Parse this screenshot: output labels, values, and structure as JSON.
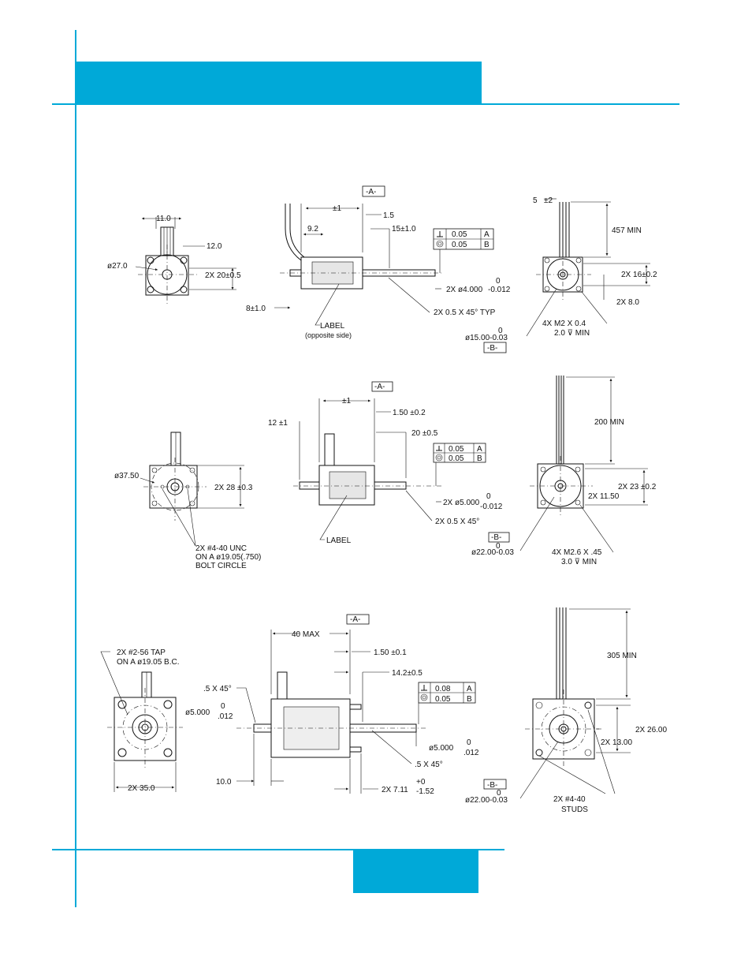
{
  "colors": {
    "accent": "#00a9d8",
    "ink": "#111111"
  },
  "views": {
    "m1": {
      "front": {
        "d1": "11.0",
        "d2": "12.0",
        "d3": "ø27.0",
        "d4": "2X  20±0.5"
      },
      "side": {
        "datum_a": "-A-",
        "d1": "±1",
        "d2": "1.5",
        "d3": "9.2",
        "d4": "15±1.0",
        "d5": "8±1.0",
        "d6": "2X  ø4.000",
        "d6_top": "0",
        "d6_bot": "-0.012",
        "d7": "2X  0.5  X  45°  TYP",
        "label": "LABEL",
        "label_sub": "(opposite side)",
        "gt1_tol": "0.05",
        "gt1_ref": "A",
        "gt2_tol": "0.05",
        "gt2_ref": "B"
      },
      "rear": {
        "d1": "5",
        "d2": "±2",
        "d3": "457  MIN",
        "d4": "2X  16±0.2",
        "d5": "2X  8.0",
        "d6": "4X  M2  X  0.4",
        "d7": "2.0  ⊽  MIN",
        "d8_top": "0",
        "d8": "ø15.00-0.03",
        "datum_b": "-B-"
      }
    },
    "m2": {
      "front": {
        "d1": "ø37.50",
        "d2": "2X  28  ±0.3",
        "c1": "2X  #4-40  UNC",
        "c2": "ON  A  ø19.05(.750)",
        "c3": "BOLT  CIRCLE"
      },
      "side": {
        "datum_a": "-A-",
        "d1": "±1",
        "d2": "12  ±1",
        "d3": "1.50 ±0.2",
        "d4": "20  ±0.5",
        "d5": "2X  ø5.000",
        "d5_top": "0",
        "d5_bot": "-0.012",
        "d6": "2X  0.5  X  45°",
        "label": "LABEL",
        "gt1_tol": "0.05",
        "gt1_ref": "A",
        "gt2_tol": "0.05",
        "gt2_ref": "B"
      },
      "rear": {
        "d1": "200  MIN",
        "d2": "2X  23  ±0.2",
        "d3": "2X  11.50",
        "datum_b": "-B-",
        "d4_top": "0",
        "d4": "ø22.00-0.03",
        "d5": "4X  M2.6  X  .45",
        "d6": "3.0  ⊽  MIN"
      }
    },
    "m3": {
      "front": {
        "c1": "2X  #2-56  TAP",
        "c2": "ON  A  ø19.05  B.C.",
        "d1": "2X  35.0"
      },
      "side": {
        "datum_a": "-A-",
        "d1": "40  MAX",
        "d2": "1.50 ±0.1",
        "d3": "14.2±0.5",
        "d4": ".5  X  45°",
        "d5": "ø5.000",
        "d5_top": "0",
        "d5_bot": ".012",
        "d6": "ø5.000",
        "d6_top": "0",
        "d6_bot": ".012",
        "d7": ".5  X  45°",
        "d8": "10.0",
        "d9": "2X  7.11",
        "d9_top": "+0",
        "d9_bot": "-1.52",
        "gt1_tol": "0.08",
        "gt1_ref": "A",
        "gt2_tol": "0.05",
        "gt2_ref": "B"
      },
      "rear": {
        "d1": "305  MIN",
        "d2": "2X  26.00",
        "d3": "2X  13.00",
        "datum_b": "-B-",
        "d4_top": "0",
        "d4": "ø22.00-0.03",
        "d5": "2X  #4-40",
        "d6": "STUDS"
      }
    }
  }
}
